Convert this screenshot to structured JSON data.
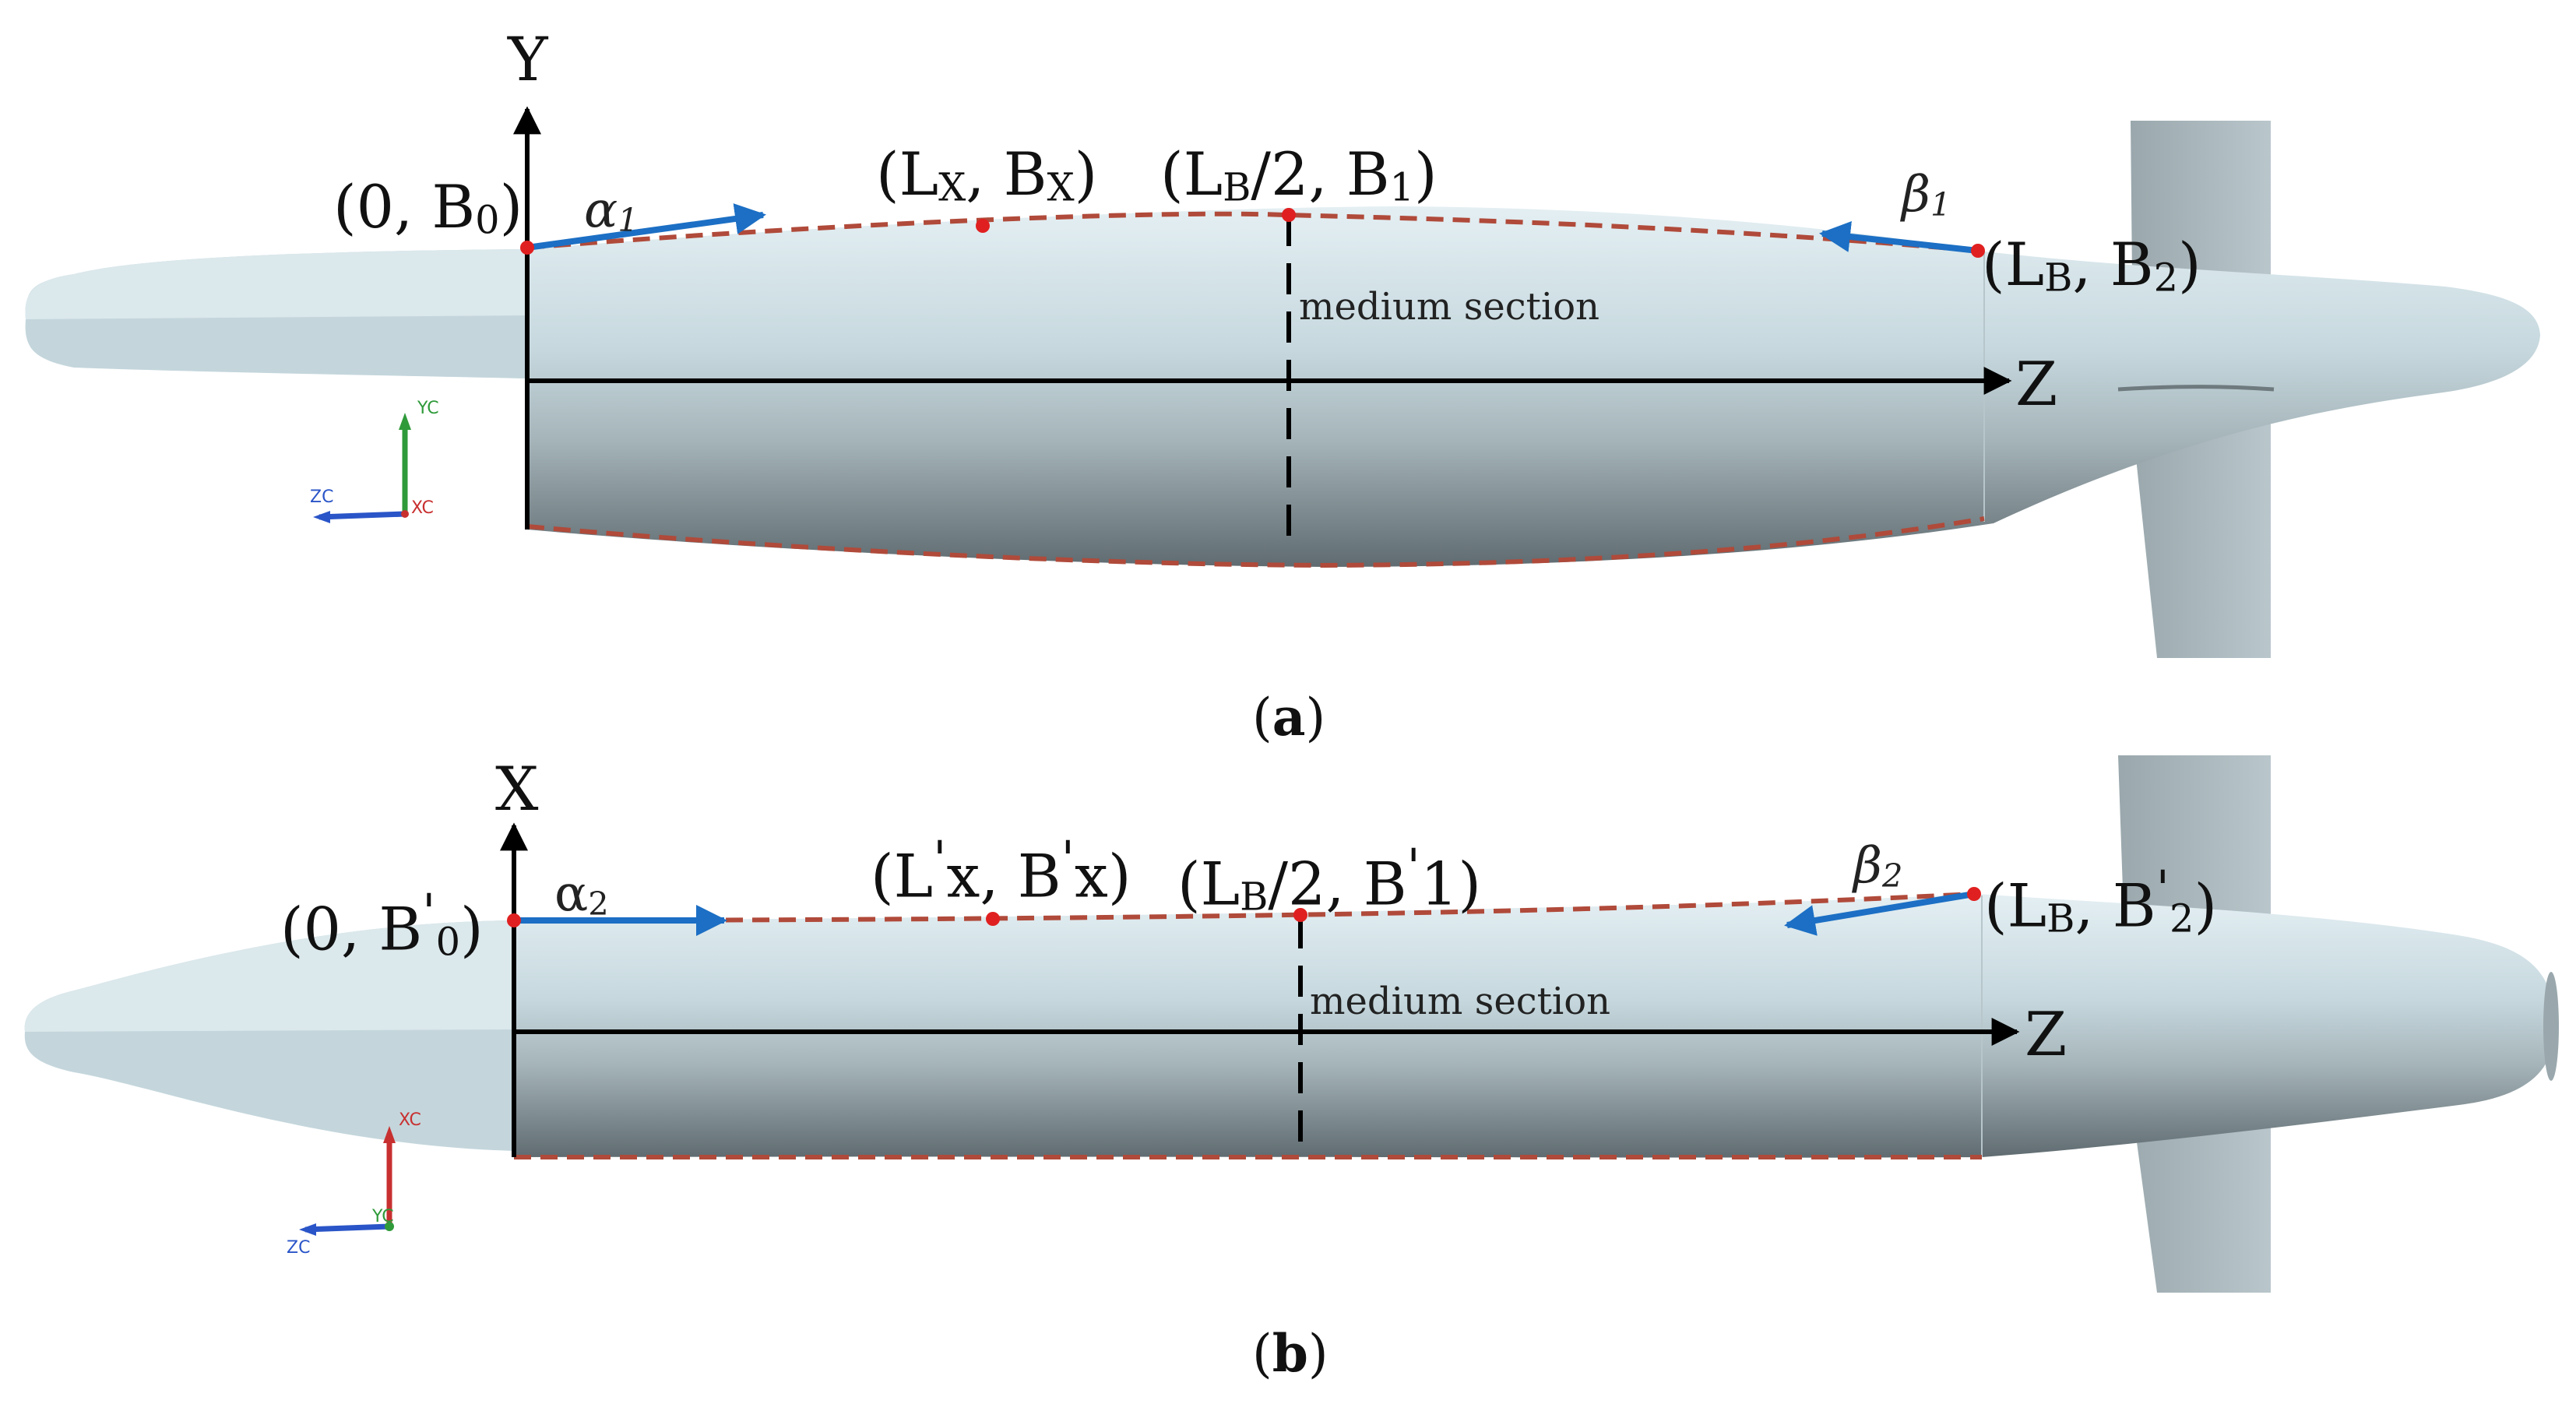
{
  "panel_a": {
    "axis_vertical": "Y",
    "axis_horizontal": "Z",
    "point_origin": {
      "main": "(0, B",
      "sub": "0",
      "tail": ")"
    },
    "point_x": {
      "main": "(L",
      "sub": "X",
      "mid": ", B",
      "sub2": "X",
      "tail": ")"
    },
    "point_mid": {
      "main": "(L",
      "sub": "B",
      "mid": "/2, B",
      "sub2": "1",
      "tail": ")"
    },
    "point_end": {
      "main": "(L",
      "sub": "B",
      "mid": ", B",
      "sub2": "2",
      "tail": ")"
    },
    "angle_start": {
      "main": "α",
      "sub": "1"
    },
    "angle_end": {
      "main": "β",
      "sub": "1"
    },
    "section_label": "medium section",
    "cs": {
      "up": "YC",
      "left": "ZC",
      "center": "XC"
    },
    "caption": {
      "open": "(",
      "letter": "a",
      "close": ")"
    }
  },
  "panel_b": {
    "axis_vertical": "X",
    "axis_horizontal": "Z",
    "point_origin": {
      "main": "(0, B",
      "prime": "'",
      "sub": "0",
      "tail": ")"
    },
    "point_x": {
      "main": "(L",
      "prime": "'",
      "sub": "x",
      "mid": ", B",
      "prime2": "'",
      "sub2": "x",
      "tail": ")"
    },
    "point_mid": {
      "main": "(L",
      "sub": "B",
      "mid": "/2, B",
      "prime": "'",
      "sub2": "1",
      "tail": ")"
    },
    "point_end": {
      "main": "(L",
      "sub": "B",
      "mid": ", B",
      "prime": "'",
      "sub2": "2",
      "tail": ")"
    },
    "angle_start": {
      "main": "α",
      "sub": "2"
    },
    "angle_end": {
      "main": "β",
      "sub": "2"
    },
    "section_label": "medium section",
    "cs": {
      "up": "XC",
      "left": "ZC",
      "center": "YC"
    },
    "caption": {
      "open": "(",
      "letter": "b",
      "close": ")"
    }
  },
  "colors": {
    "body_light": "#cfe0e6",
    "body_dark": "#7d8a8e",
    "fin": "#a9b7bc",
    "dashed_profile": "#b04a3a",
    "tangent_arrow": "#1c6fc4",
    "point": "#e02020",
    "axis": "#000000"
  }
}
